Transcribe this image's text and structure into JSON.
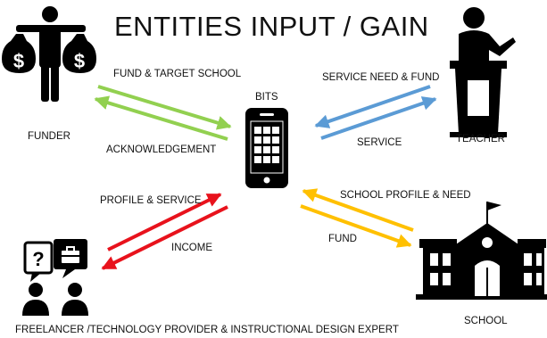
{
  "title": "ENTITIES INPUT / GAIN",
  "entities": {
    "funder": "FUNDER",
    "bits": "BITS",
    "teacher": "TEACHER",
    "school": "SCHOOL",
    "freelancer": "FREELANCER /TECHNOLOGY PROVIDER & INSTRUCTIONAL DESIGN EXPERT"
  },
  "flows": {
    "funder_to_bits": "FUND & TARGET SCHOOL",
    "bits_to_funder": "ACKNOWLEDGEMENT",
    "teacher_to_bits": "SERVICE NEED & FUND",
    "bits_to_teacher": "SERVICE",
    "freelancer_to_bits": "PROFILE & SERVICE",
    "bits_to_freelancer": "INCOME",
    "school_to_bits": "SCHOOL PROFILE & NEED",
    "bits_to_school": "FUND"
  },
  "colors": {
    "funder_arrows": "#92d050",
    "teacher_arrows": "#5b9bd5",
    "freelancer_arrows": "#e8121c",
    "school_arrows": "#ffc000",
    "icons": "#000000"
  },
  "icons": {
    "funder": "money-bags-person-icon",
    "bits": "smartphone-icon",
    "teacher": "teacher-podium-icon",
    "school": "school-building-icon",
    "freelancer": "freelancers-chat-icon"
  }
}
